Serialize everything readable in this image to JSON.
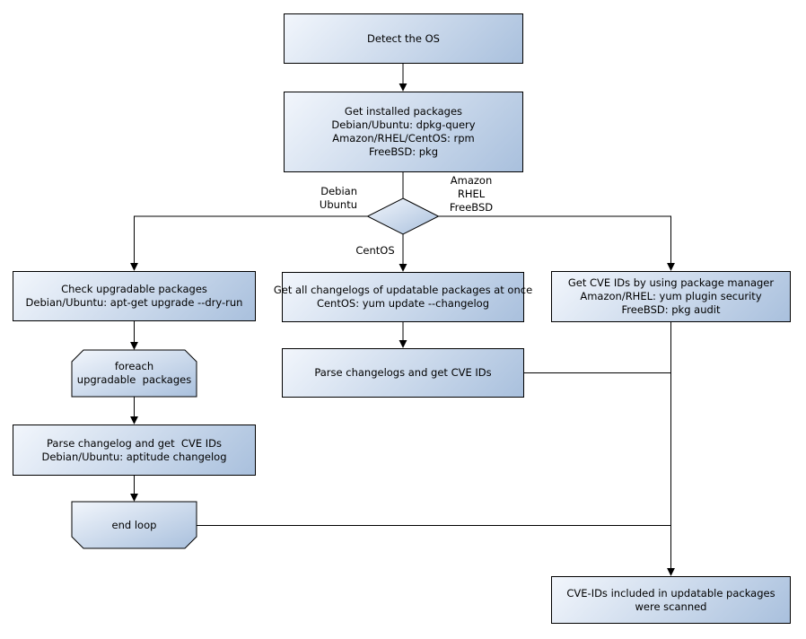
{
  "diagram": {
    "nodes": {
      "detect_os": "Detect the OS",
      "get_installed": "Get installed packages\nDebian/Ubuntu: dpkg-query\nAmazon/RHEL/CentOS: rpm\nFreeBSD: pkg",
      "check_upgradable": "Check upgradable packages\nDebian/Ubuntu: apt-get upgrade --dry-run",
      "foreach_loop": "foreach\nupgradable  packages",
      "parse_changelog_deb": "Parse changelog and get  CVE IDs\nDebian/Ubuntu: aptitude changelog",
      "end_loop": "end loop",
      "get_changelogs": "Get all changelogs of updatable packages at once\nCentOS: yum update --changelog",
      "parse_changelogs": "Parse changelogs and get CVE IDs",
      "get_cve_pkgmgr": "Get CVE IDs by using package manager\nAmazon/RHEL: yum plugin security\nFreeBSD: pkg audit",
      "result": "CVE-IDs included in updatable packages\nwere scanned"
    },
    "edge_labels": {
      "debian_ubuntu": "Debian\nUbuntu",
      "amazon_rhel_freebsd": "Amazon\nRHEL\nFreeBSD",
      "centos": "CentOS"
    },
    "colors": {
      "node_fill_light": "#f2f6fc",
      "node_fill_dark": "#a9c0dd",
      "stroke": "#000000",
      "background": "#ffffff",
      "text": "#000000"
    }
  }
}
